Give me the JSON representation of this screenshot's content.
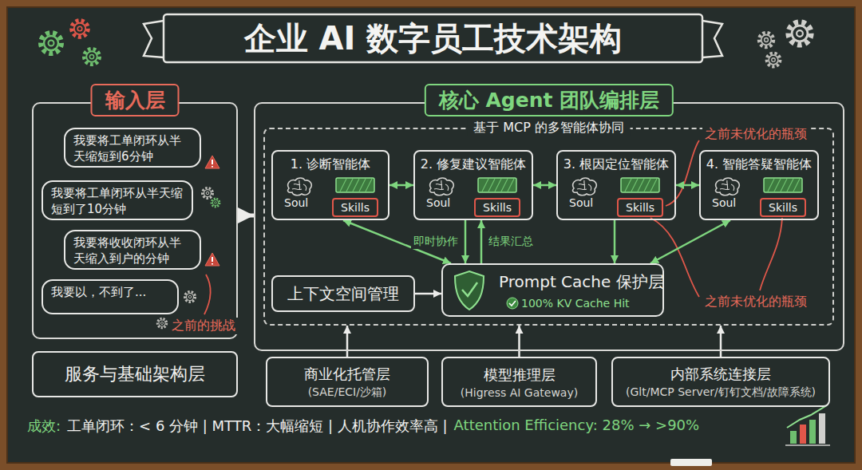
{
  "diagram": {
    "title": "企业 AI 数字员工技术架构",
    "nodes": [
      {
        "text": [
          "输入层"
        ]
      },
      {
        "text": [
          "我要将工单闭环从半天缩短到6分钟"
        ],
        "in": 0
      },
      {
        "text": [
          "我要将工单闭环从半天缩短到了10分钟"
        ],
        "in": 0
      },
      {
        "text": [
          "我要将收收闭环从半天缩入到户的分钟"
        ],
        "in": 0
      },
      {
        "text": [
          "我要以，不到了..."
        ],
        "in": 0
      },
      {
        "text": [
          "核心 Agent 团队编排层"
        ]
      },
      {
        "text": [
          "基于 MCP 的多智能体协同"
        ],
        "in": 5
      },
      {
        "text": [
          "1. 诊断智能体",
          "Soul"
        ],
        "in": 6
      },
      {
        "text": [
          "Skills"
        ],
        "in": 7
      },
      {
        "text": [
          "2. 修复建议智能体",
          "Soul"
        ],
        "in": 6
      },
      {
        "text": [
          "Skills"
        ],
        "in": 9
      },
      {
        "text": [
          "3. 根因定位智能体",
          "Soul"
        ],
        "in": 6
      },
      {
        "text": [
          "Skills"
        ],
        "in": 11
      },
      {
        "text": [
          "4. 智能答疑智能体",
          "Soul"
        ],
        "in": 6
      },
      {
        "text": [
          "Skills"
        ],
        "in": 13
      },
      {
        "text": [
          "上下文空间管理"
        ],
        "in": 6
      },
      {
        "text": [
          "Prompt Cache 保护层",
          "100% KV Cache Hit"
        ],
        "in": 6
      },
      {
        "text": [
          "服务与基础架构层"
        ]
      },
      {
        "text": [
          "商业化托管层",
          "(SAE/ECI/沙箱)"
        ]
      },
      {
        "text": [
          "模型推理层",
          "(Higress AI Gateway)"
        ]
      },
      {
        "text": [
          "内部系统连接层",
          "(Glt/MCP Server/钉钉文档/故障系统)"
        ]
      }
    ],
    "edges": [
      {
        "from": 0,
        "to": 5,
        "arrow": "to"
      },
      {
        "from": 7,
        "to": 9,
        "arrow": "both"
      },
      {
        "from": 9,
        "to": 11,
        "arrow": "both"
      },
      {
        "from": 11,
        "to": 13,
        "arrow": "both"
      },
      {
        "from": 7,
        "to": 16,
        "arrow": "both"
      },
      {
        "from": 9,
        "to": 16,
        "arrow": "to",
        "label": "即时协作"
      },
      {
        "from": 16,
        "to": 9,
        "arrow": "to",
        "label": "结果汇总"
      },
      {
        "from": 11,
        "to": 16,
        "arrow": "to"
      },
      {
        "from": 13,
        "to": 16,
        "arrow": "both"
      },
      {
        "from": 15,
        "to": 16,
        "arrow": "to"
      },
      {
        "from": 18,
        "to": 6,
        "arrow": "to"
      },
      {
        "from": 19,
        "to": 6,
        "arrow": "to"
      },
      {
        "from": 20,
        "to": 6,
        "arrow": "to"
      }
    ],
    "labels": [
      "之前的挑战",
      "之前未优化的瓶颈",
      "之前未优化的瓶颈",
      "成效:",
      "工单闭环：< 6 分钟 | MTTR：大幅缩短 | 人机协作效率高 |",
      "Attention Efficiency: 28% → >90%"
    ]
  }
}
